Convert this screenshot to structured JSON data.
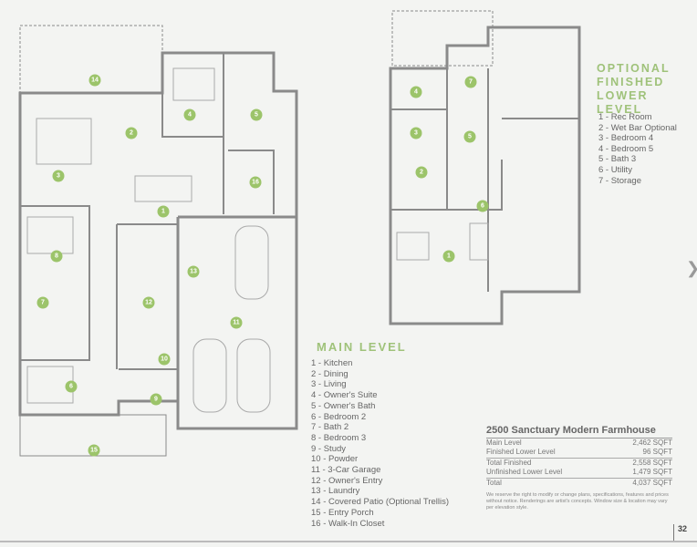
{
  "main_level": {
    "title": "MAIN LEVEL",
    "rooms": [
      "1 - Kitchen",
      "2 - Dining",
      "3 - Living",
      "4 - Owner's Suite",
      "5 - Owner's Bath",
      "6 - Bedroom 2",
      "7 - Bath 2",
      "8 - Bedroom 3",
      "9 - Study",
      "10 - Powder",
      "11 - 3-Car Garage",
      "12 - Owner's Entry",
      "13 - Laundry",
      "14 - Covered Patio (Optional Trellis)",
      "15 - Entry Porch",
      "16 - Walk-In Closet"
    ],
    "markers": [
      "14",
      "4",
      "5",
      "2",
      "3",
      "16",
      "1",
      "8",
      "13",
      "7",
      "12",
      "11",
      "10",
      "6",
      "9",
      "15"
    ]
  },
  "lower_level": {
    "title_lines": [
      "OPTIONAL",
      "FINISHED",
      "LOWER LEVEL"
    ],
    "rooms": [
      "1 - Rec Room",
      "2 - Wet Bar Optional",
      "3 - Bedroom 4",
      "4 - Bedroom 5",
      "5 - Bath 3",
      "6 - Utility",
      "7 - Storage"
    ],
    "markers": [
      "4",
      "7",
      "3",
      "5",
      "2",
      "6",
      "1"
    ]
  },
  "sqft_table": {
    "title": "2500 Sanctuary Modern Farmhouse",
    "rows": [
      {
        "label": "Main Level",
        "value": "2,462 SQFT"
      },
      {
        "label": "Finished Lower Level",
        "value": "96 SQFT"
      },
      {
        "label": "Total Finished",
        "value": "2,558 SQFT"
      },
      {
        "label": "Unfinished Lower Level",
        "value": "1,479 SQFT"
      },
      {
        "label": "Total",
        "value": "4,037 SQFT"
      }
    ],
    "disclaimer": "We reserve the right to modify or change plans, specifications, features and prices without notice. Renderings are artist's concepts. Window size & location may vary per elevation style."
  },
  "page_number": "32",
  "next_icon": "chevron-right-icon",
  "accent_color": "#9cc46a"
}
